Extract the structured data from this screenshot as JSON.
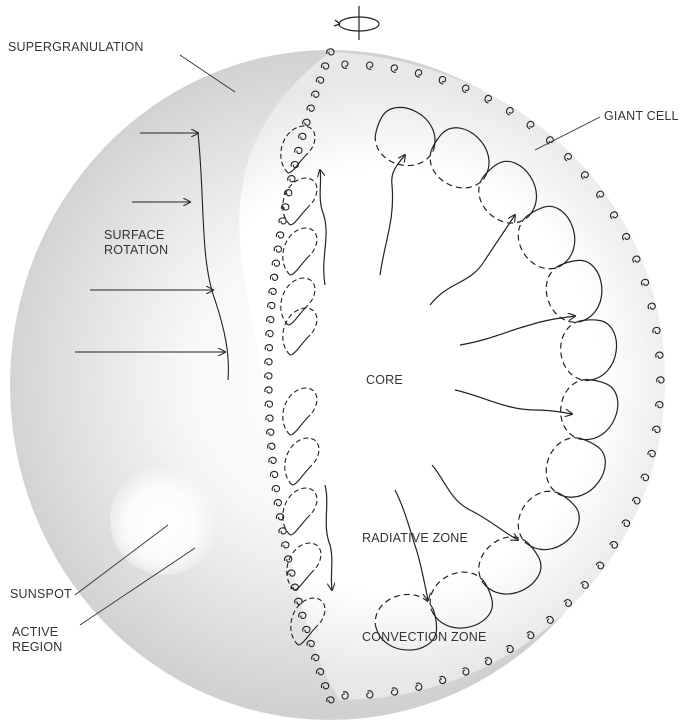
{
  "labels": {
    "supergranulation": "SUPERGRANULATION",
    "giant_cell": "GIANT CELL",
    "surface_rotation_1": "SURFACE",
    "surface_rotation_2": "ROTATION",
    "core": "CORE",
    "radiative_zone": "RADIATIVE ZONE",
    "convection_zone": "CONVECTION ZONE",
    "sunspot": "SUNSPOT",
    "active_region_1": "ACTIVE",
    "active_region_2": "REGION"
  }
}
